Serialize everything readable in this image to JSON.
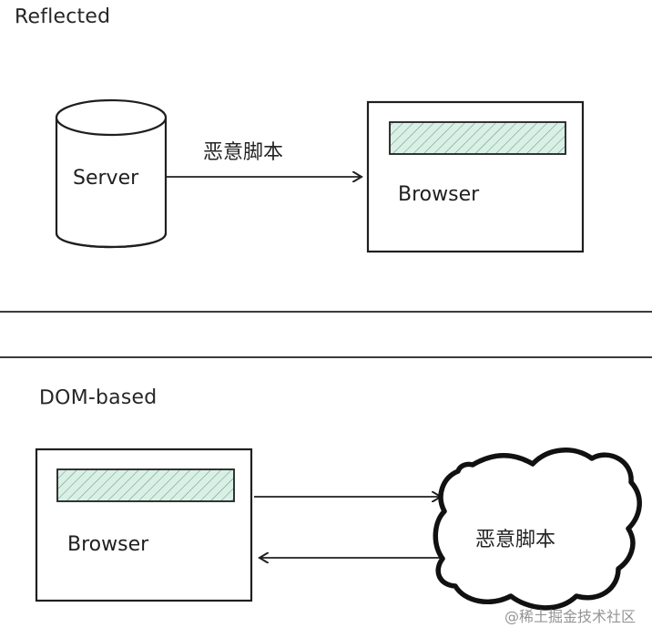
{
  "sections": {
    "reflected": {
      "title": "Reflected",
      "server_label": "Server",
      "arrow_label": "恶意脚本",
      "browser_label": "Browser"
    },
    "dom_based": {
      "title": "DOM-based",
      "browser_label": "Browser",
      "cloud_label": "恶意脚本"
    }
  },
  "watermark": "@稀土掘金技术社区",
  "colors": {
    "ink": "#1f1f1f",
    "hatch_fill": "#d8f0e5",
    "hatch_line": "#6b8f83",
    "background": "#ffffff"
  }
}
